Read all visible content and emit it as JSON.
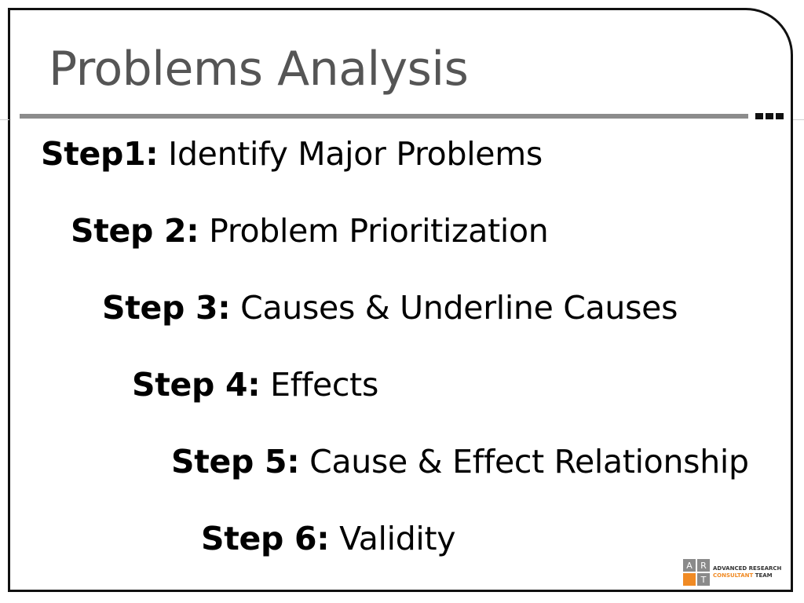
{
  "slide": {
    "title": "Problems Analysis",
    "steps": [
      {
        "label": "Step1:",
        "text": "Identify Major Problems"
      },
      {
        "label": "Step 2:",
        "text": "Problem Prioritization"
      },
      {
        "label": "Step 3:",
        "text": "Causes & Underline Causes"
      },
      {
        "label": "Step 4:",
        "text": "Effects"
      },
      {
        "label": "Step 5:",
        "text": "Cause & Effect Relationship"
      },
      {
        "label": "Step 6:",
        "text": "Validity"
      }
    ]
  },
  "logo": {
    "letters": [
      "A",
      "R",
      "",
      "T"
    ],
    "line1": "ADVANCED RESEARCH",
    "line2_accent": "CONSULTANT",
    "line2_rest": "TEAM"
  },
  "colors": {
    "title": "#555555",
    "rule": "#8c8c8c",
    "border": "#111111",
    "logo_orange": "#f08a24",
    "logo_gray": "#8a8a8a"
  }
}
